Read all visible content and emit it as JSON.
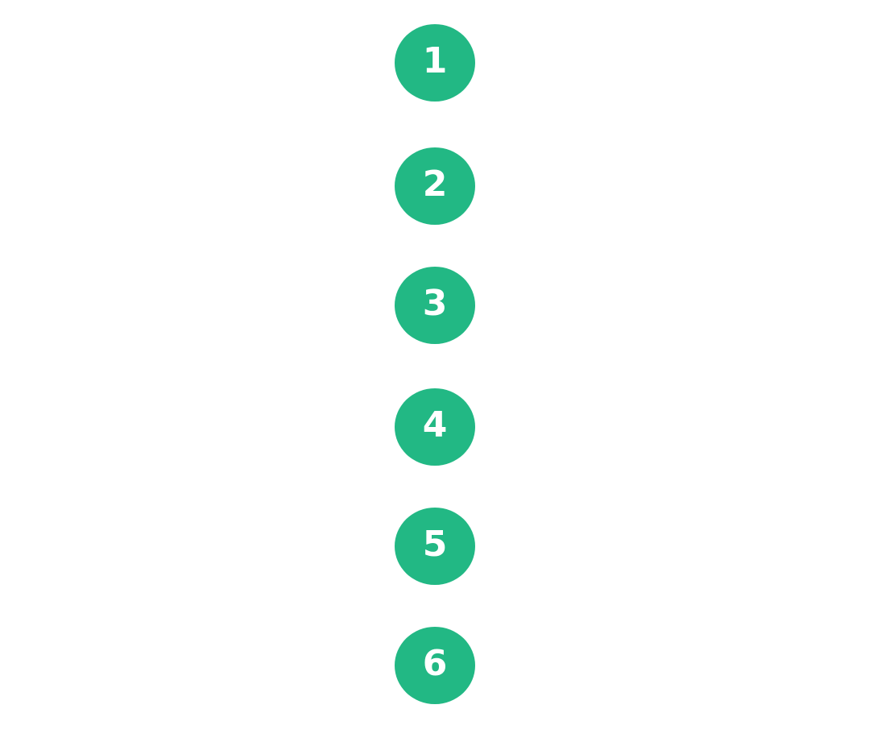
{
  "steps": [
    {
      "label": "1"
    },
    {
      "label": "2"
    },
    {
      "label": "3"
    },
    {
      "label": "4"
    },
    {
      "label": "5"
    },
    {
      "label": "6"
    }
  ],
  "colors": {
    "circle": "#22b884",
    "number": "#ffffff",
    "background": "#ffffff"
  }
}
